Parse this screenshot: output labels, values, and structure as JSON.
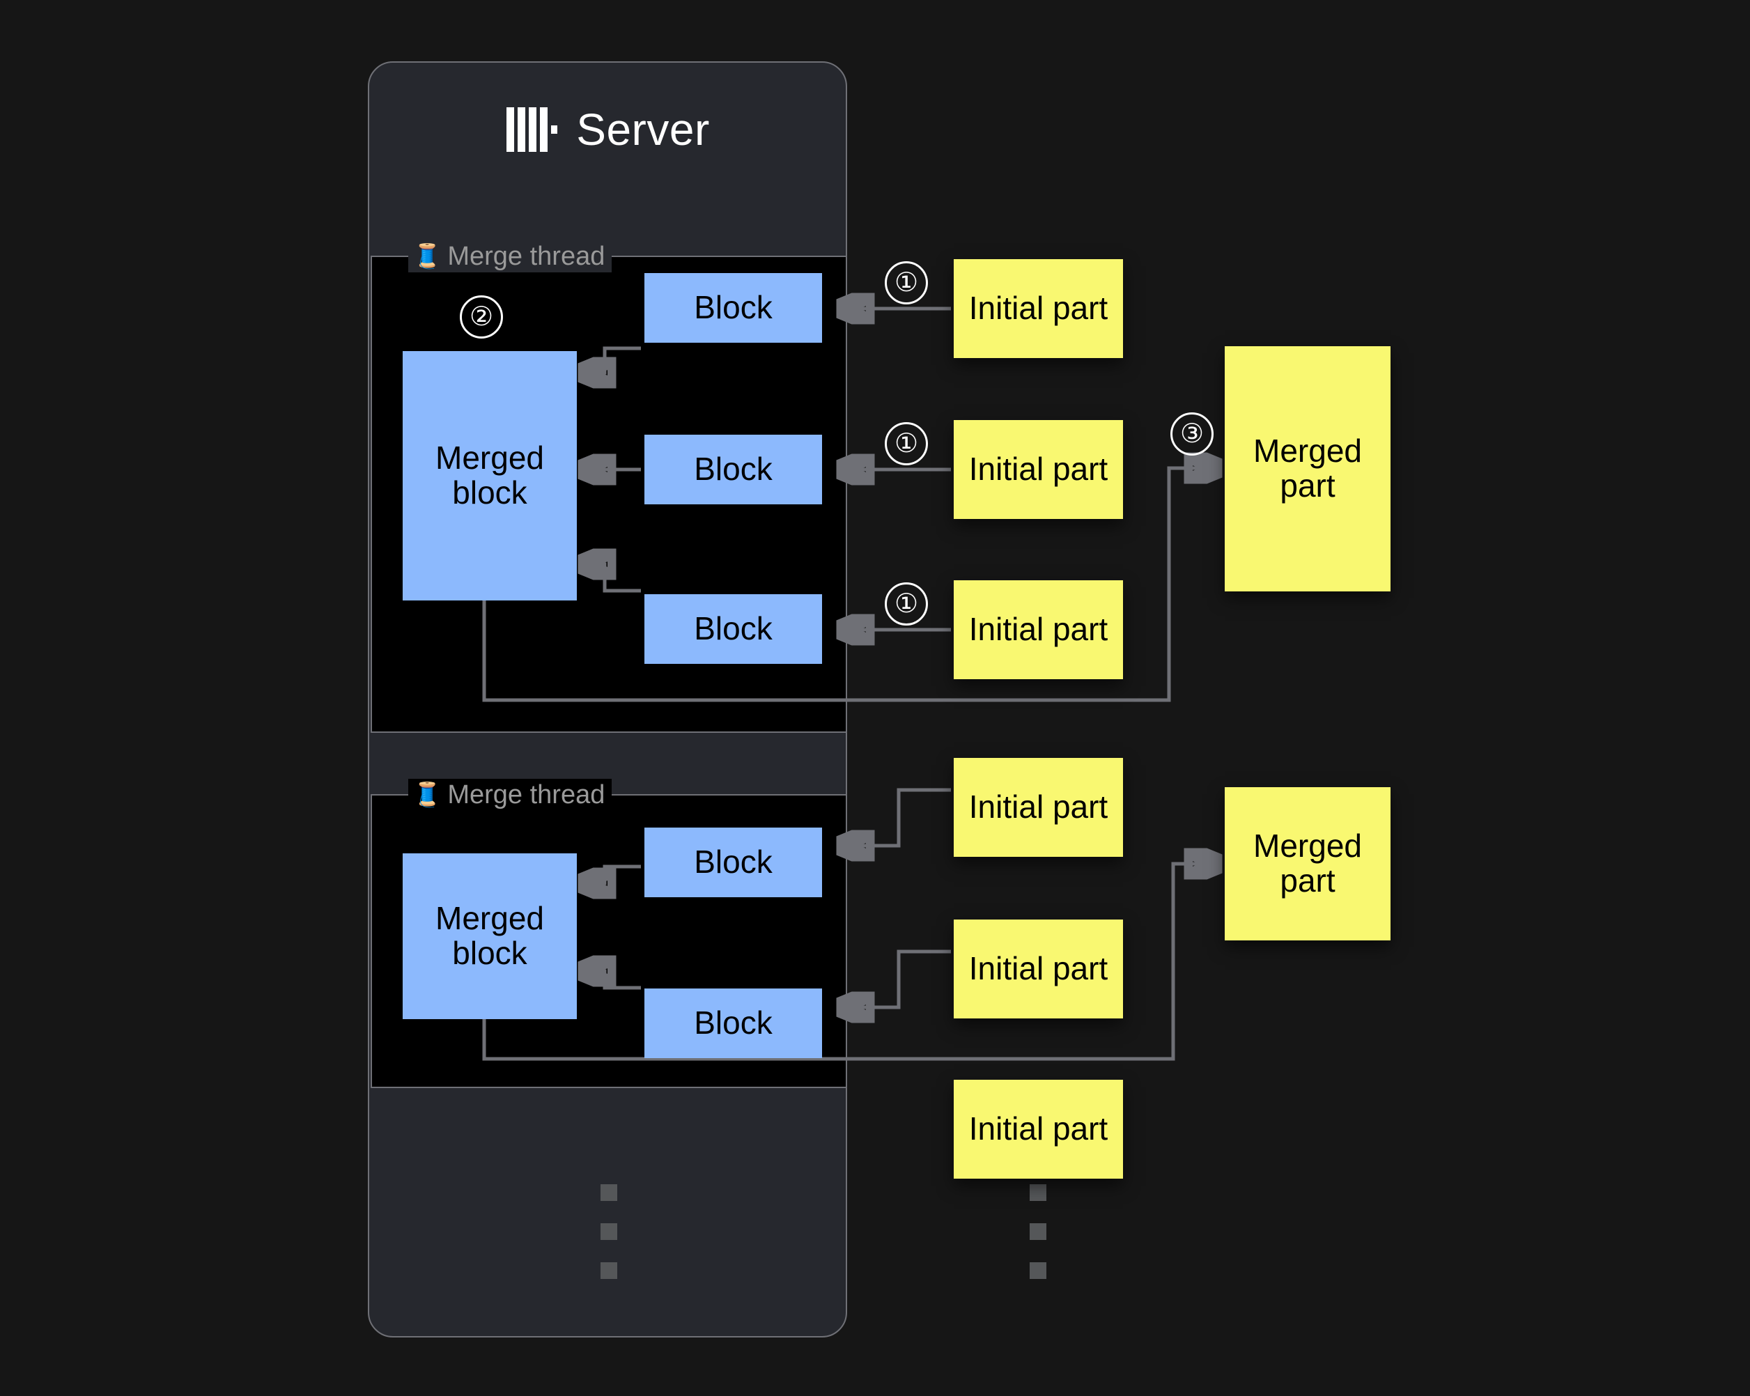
{
  "server": {
    "title": "Server",
    "logo_icon": "clickhouse-logo-icon"
  },
  "threads": [
    {
      "legend": "Merge thread",
      "legend_icon": "thread-spool-icon",
      "merged_block_label": "Merged block",
      "blocks": [
        "Block",
        "Block",
        "Block"
      ],
      "initial_parts": [
        "Initial part",
        "Initial part",
        "Initial part"
      ],
      "merged_part_label": "Merged part"
    },
    {
      "legend": "Merge thread",
      "legend_icon": "thread-spool-icon",
      "merged_block_label": "Merged block",
      "blocks": [
        "Block",
        "Block"
      ],
      "initial_parts": [
        "Initial part",
        "Initial part"
      ],
      "merged_part_label": "Merged part"
    }
  ],
  "extra_initial_part": "Initial part",
  "steps": {
    "one_a": "①",
    "one_b": "①",
    "one_c": "①",
    "two": "②",
    "three": "③"
  },
  "ellipsis": {
    "server_column": "vertical-ellipsis",
    "parts_column": "vertical-ellipsis"
  },
  "colors": {
    "page_background": "#161616",
    "server_card": "#26282e",
    "thread_background": "#000000",
    "block_blue": "#8cb9fd",
    "part_yellow": "#f9f871",
    "border_gray": "#6f7076",
    "legend_text": "#9a9a9a",
    "title_text": "#ffffff"
  }
}
